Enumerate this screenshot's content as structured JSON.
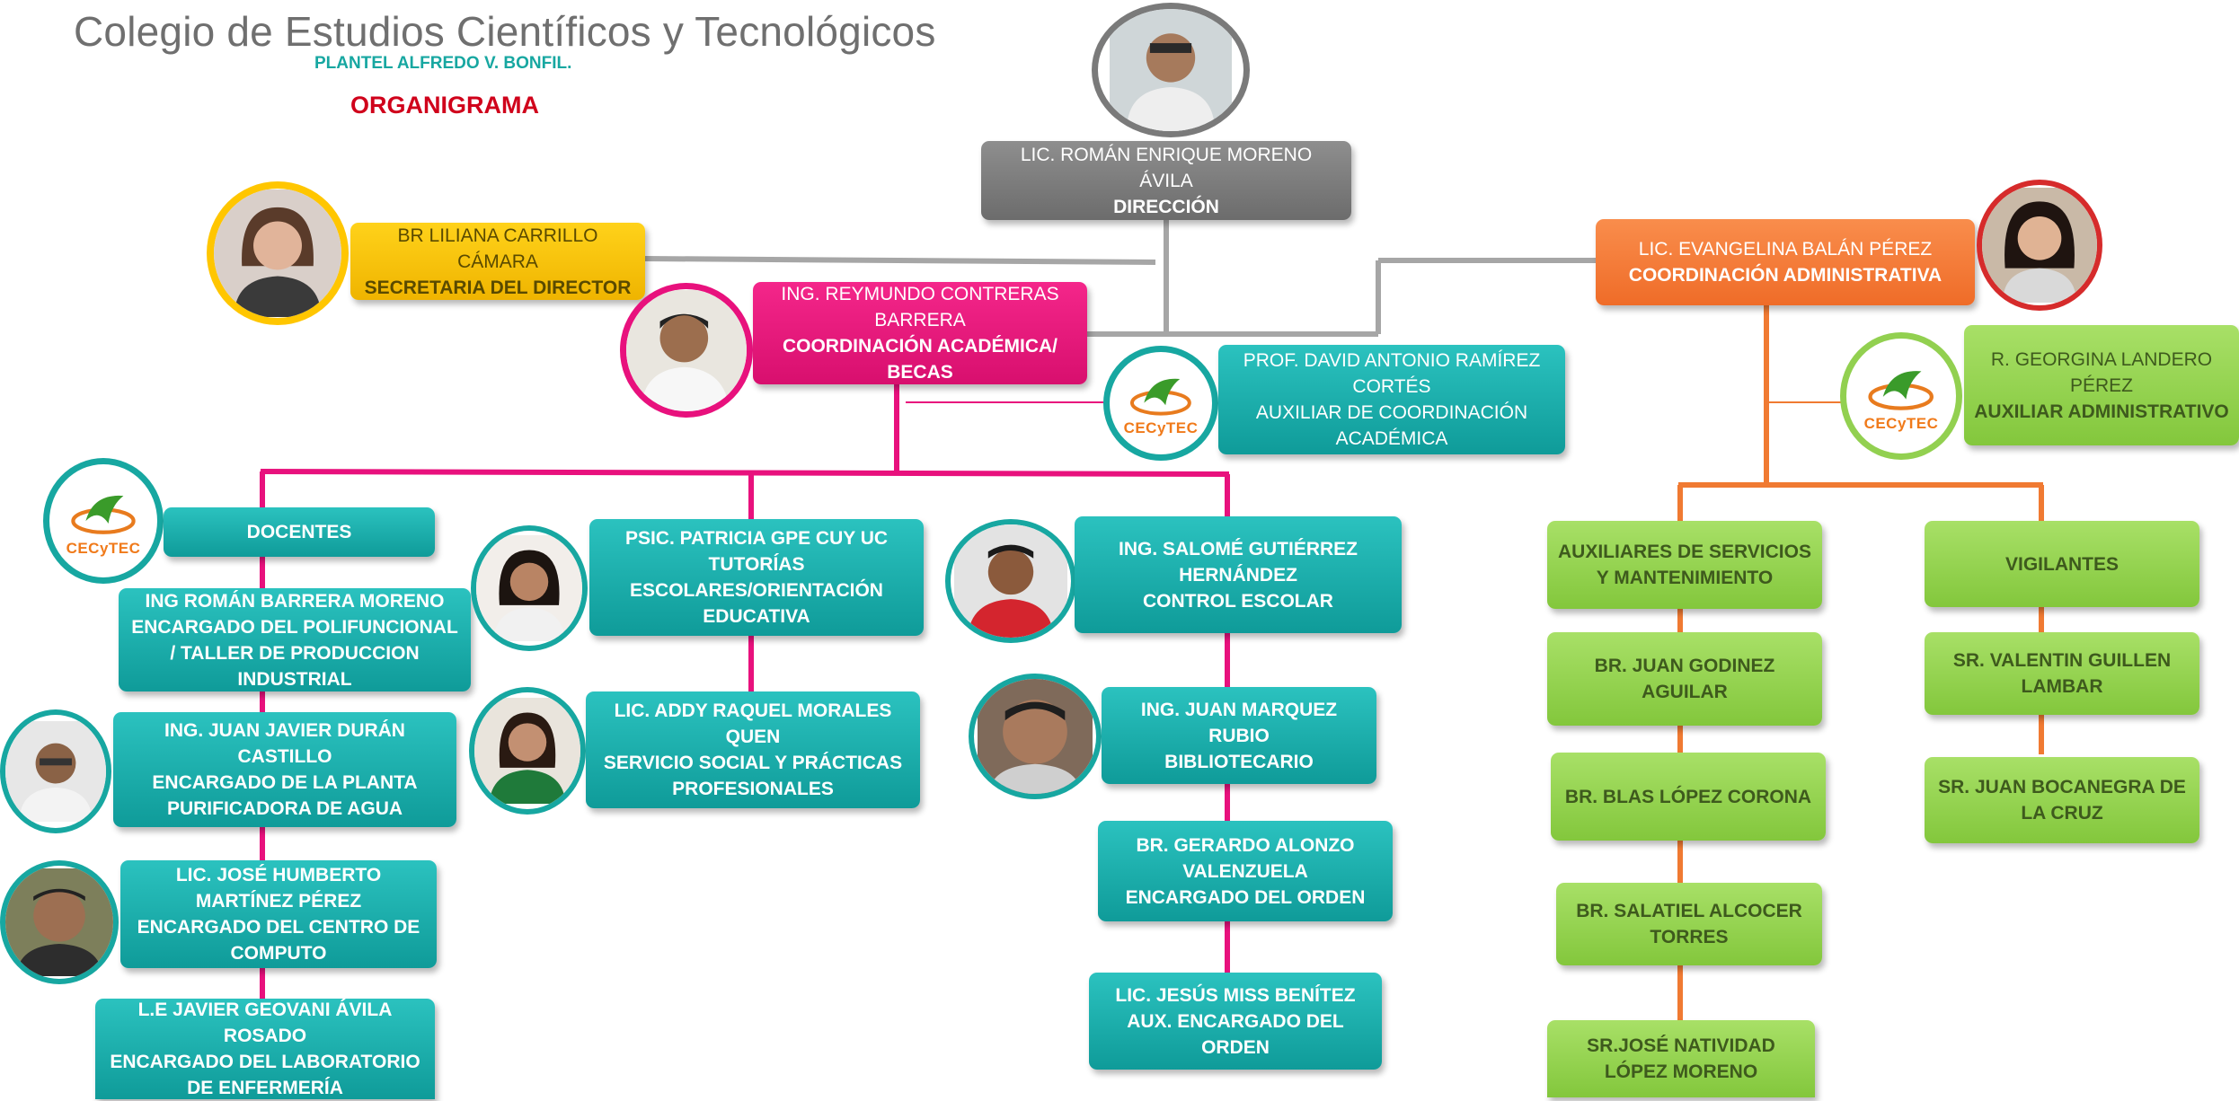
{
  "header": {
    "title": "Colegio de Estudios Científicos y Tecnológicos",
    "subtitle": "PLANTEL ALFREDO V. BONFIL.",
    "heading": "ORGANIGRAMA"
  },
  "colors": {
    "teal": "#17a7a1",
    "gray": "#7a7a7a",
    "yellow": "#ffc600",
    "pink": "#e8117d",
    "orange": "#f07a32",
    "green": "#92d050",
    "connector_gray": "#a6a6a6"
  },
  "icons": {
    "avatar": "person-photo-icon",
    "logo": "cecytec-logo"
  },
  "logo_text": "CECyTEC",
  "chart_data": {
    "type": "org-chart",
    "title": "ORGANIGRAMA",
    "nodes": [
      {
        "id": "director",
        "lines": [
          "LIC. ROMÁN ENRIQUE MORENO",
          "ÁVILA"
        ],
        "role": "DIRECCIÓN",
        "reports_to": null
      },
      {
        "id": "secretaria",
        "lines": [
          "BR LILIANA CARRILLO",
          "CÁMARA"
        ],
        "role": "SECRETARIA DEL DIRECTOR",
        "reports_to": "director"
      },
      {
        "id": "coord_academica",
        "lines": [
          "ING. REYMUNDO CONTRERAS",
          "BARRERA"
        ],
        "role": "COORDINACIÓN ACADÉMICA/ BECAS",
        "reports_to": "director"
      },
      {
        "id": "coord_admin",
        "lines": [
          "LIC. EVANGELINA  BALÁN PÉREZ"
        ],
        "role": "COORDINACIÓN ADMINISTRATIVA",
        "reports_to": "director"
      },
      {
        "id": "aux_coord_acad",
        "lines": [
          "PROF. DAVID ANTONIO RAMÍREZ",
          "CORTÉS",
          "AUXILIAR DE COORDINACIÓN",
          "ACADÉMICA"
        ],
        "role": "",
        "reports_to": "coord_academica"
      },
      {
        "id": "aux_admin",
        "lines": [
          "R. GEORGINA LANDERO",
          "PÉREZ"
        ],
        "role": "AUXILIAR ADMINISTRATIVO",
        "reports_to": "coord_admin"
      },
      {
        "id": "docentes",
        "lines": [
          "DOCENTES"
        ],
        "role": "",
        "reports_to": "coord_academica"
      },
      {
        "id": "doc1",
        "lines": [
          "ING ROMÁN BARRERA MORENO",
          "ENCARGADO DEL POLIFUNCIONAL",
          "/ TALLER DE PRODUCCION",
          "INDUSTRIAL"
        ],
        "role": "",
        "reports_to": "docentes"
      },
      {
        "id": "doc2",
        "lines": [
          "ING. JUAN JAVIER DURÁN",
          "CASTILLO",
          "ENCARGADO DE LA PLANTA",
          "PURIFICADORA DE AGUA"
        ],
        "role": "",
        "reports_to": "docentes"
      },
      {
        "id": "doc3",
        "lines": [
          "LIC. JOSÉ HUMBERTO",
          "MARTÍNEZ PÉREZ",
          "ENCARGADO DEL CENTRO DE",
          "COMPUTO"
        ],
        "role": "",
        "reports_to": "docentes"
      },
      {
        "id": "doc4",
        "lines": [
          "L.E JAVIER GEOVANI ÁVILA",
          "ROSADO",
          "ENCARGADO DEL LABORATORIO",
          "DE ENFERMERÍA"
        ],
        "role": "",
        "reports_to": "docentes"
      },
      {
        "id": "tutorias",
        "lines": [
          "PSIC. PATRICIA GPE CUY  UC",
          "TUTORÍAS",
          "ESCOLARES/ORIENTACIÓN",
          "EDUCATIVA"
        ],
        "role": "",
        "reports_to": "coord_academica"
      },
      {
        "id": "servicio",
        "lines": [
          "LIC. ADDY RAQUEL MORALES",
          "QUEN",
          "SERVICIO SOCIAL Y PRÁCTICAS",
          "PROFESIONALES"
        ],
        "role": "",
        "reports_to": "tutorias"
      },
      {
        "id": "control",
        "lines": [
          "ING. SALOMÉ GUTIÉRREZ",
          "HERNÁNDEZ",
          "CONTROL ESCOLAR"
        ],
        "role": "",
        "reports_to": "coord_academica"
      },
      {
        "id": "biblio",
        "lines": [
          "ING. JUAN MARQUEZ",
          "RUBIO",
          "BIBLIOTECARIO"
        ],
        "role": "",
        "reports_to": "control"
      },
      {
        "id": "orden1",
        "lines": [
          "BR. GERARDO ALONZO",
          "VALENZUELA",
          "ENCARGADO DEL ORDEN"
        ],
        "role": "",
        "reports_to": "biblio"
      },
      {
        "id": "orden2",
        "lines": [
          "LIC. JESÚS MISS  BENÍTEZ",
          "AUX. ENCARGADO DEL",
          "ORDEN"
        ],
        "role": "",
        "reports_to": "orden1"
      },
      {
        "id": "aux_servicios",
        "lines": [
          "AUXILIARES DE SERVICIOS",
          "Y MANTENIMIENTO"
        ],
        "role": "",
        "reports_to": "coord_admin"
      },
      {
        "id": "serv1",
        "lines": [
          "BR. JUAN GODINEZ",
          "AGUILAR"
        ],
        "role": "",
        "reports_to": "aux_servicios"
      },
      {
        "id": "serv2",
        "lines": [
          "BR. BLAS LÓPEZ CORONA"
        ],
        "role": "",
        "reports_to": "serv1"
      },
      {
        "id": "serv3",
        "lines": [
          "BR. SALATIEL ALCOCER",
          "TORRES"
        ],
        "role": "",
        "reports_to": "serv2"
      },
      {
        "id": "serv4",
        "lines": [
          "SR.JOSÉ NATIVIDAD",
          "LÓPEZ MORENO"
        ],
        "role": "",
        "reports_to": "serv3"
      },
      {
        "id": "vigilantes",
        "lines": [
          "VIGILANTES"
        ],
        "role": "",
        "reports_to": "coord_admin"
      },
      {
        "id": "vig1",
        "lines": [
          "SR. VALENTIN GUILLEN",
          "LAMBAR"
        ],
        "role": "",
        "reports_to": "vigilantes"
      },
      {
        "id": "vig2",
        "lines": [
          "SR. JUAN BOCANEGRA DE",
          "LA CRUZ"
        ],
        "role": "",
        "reports_to": "vig1"
      }
    ]
  }
}
